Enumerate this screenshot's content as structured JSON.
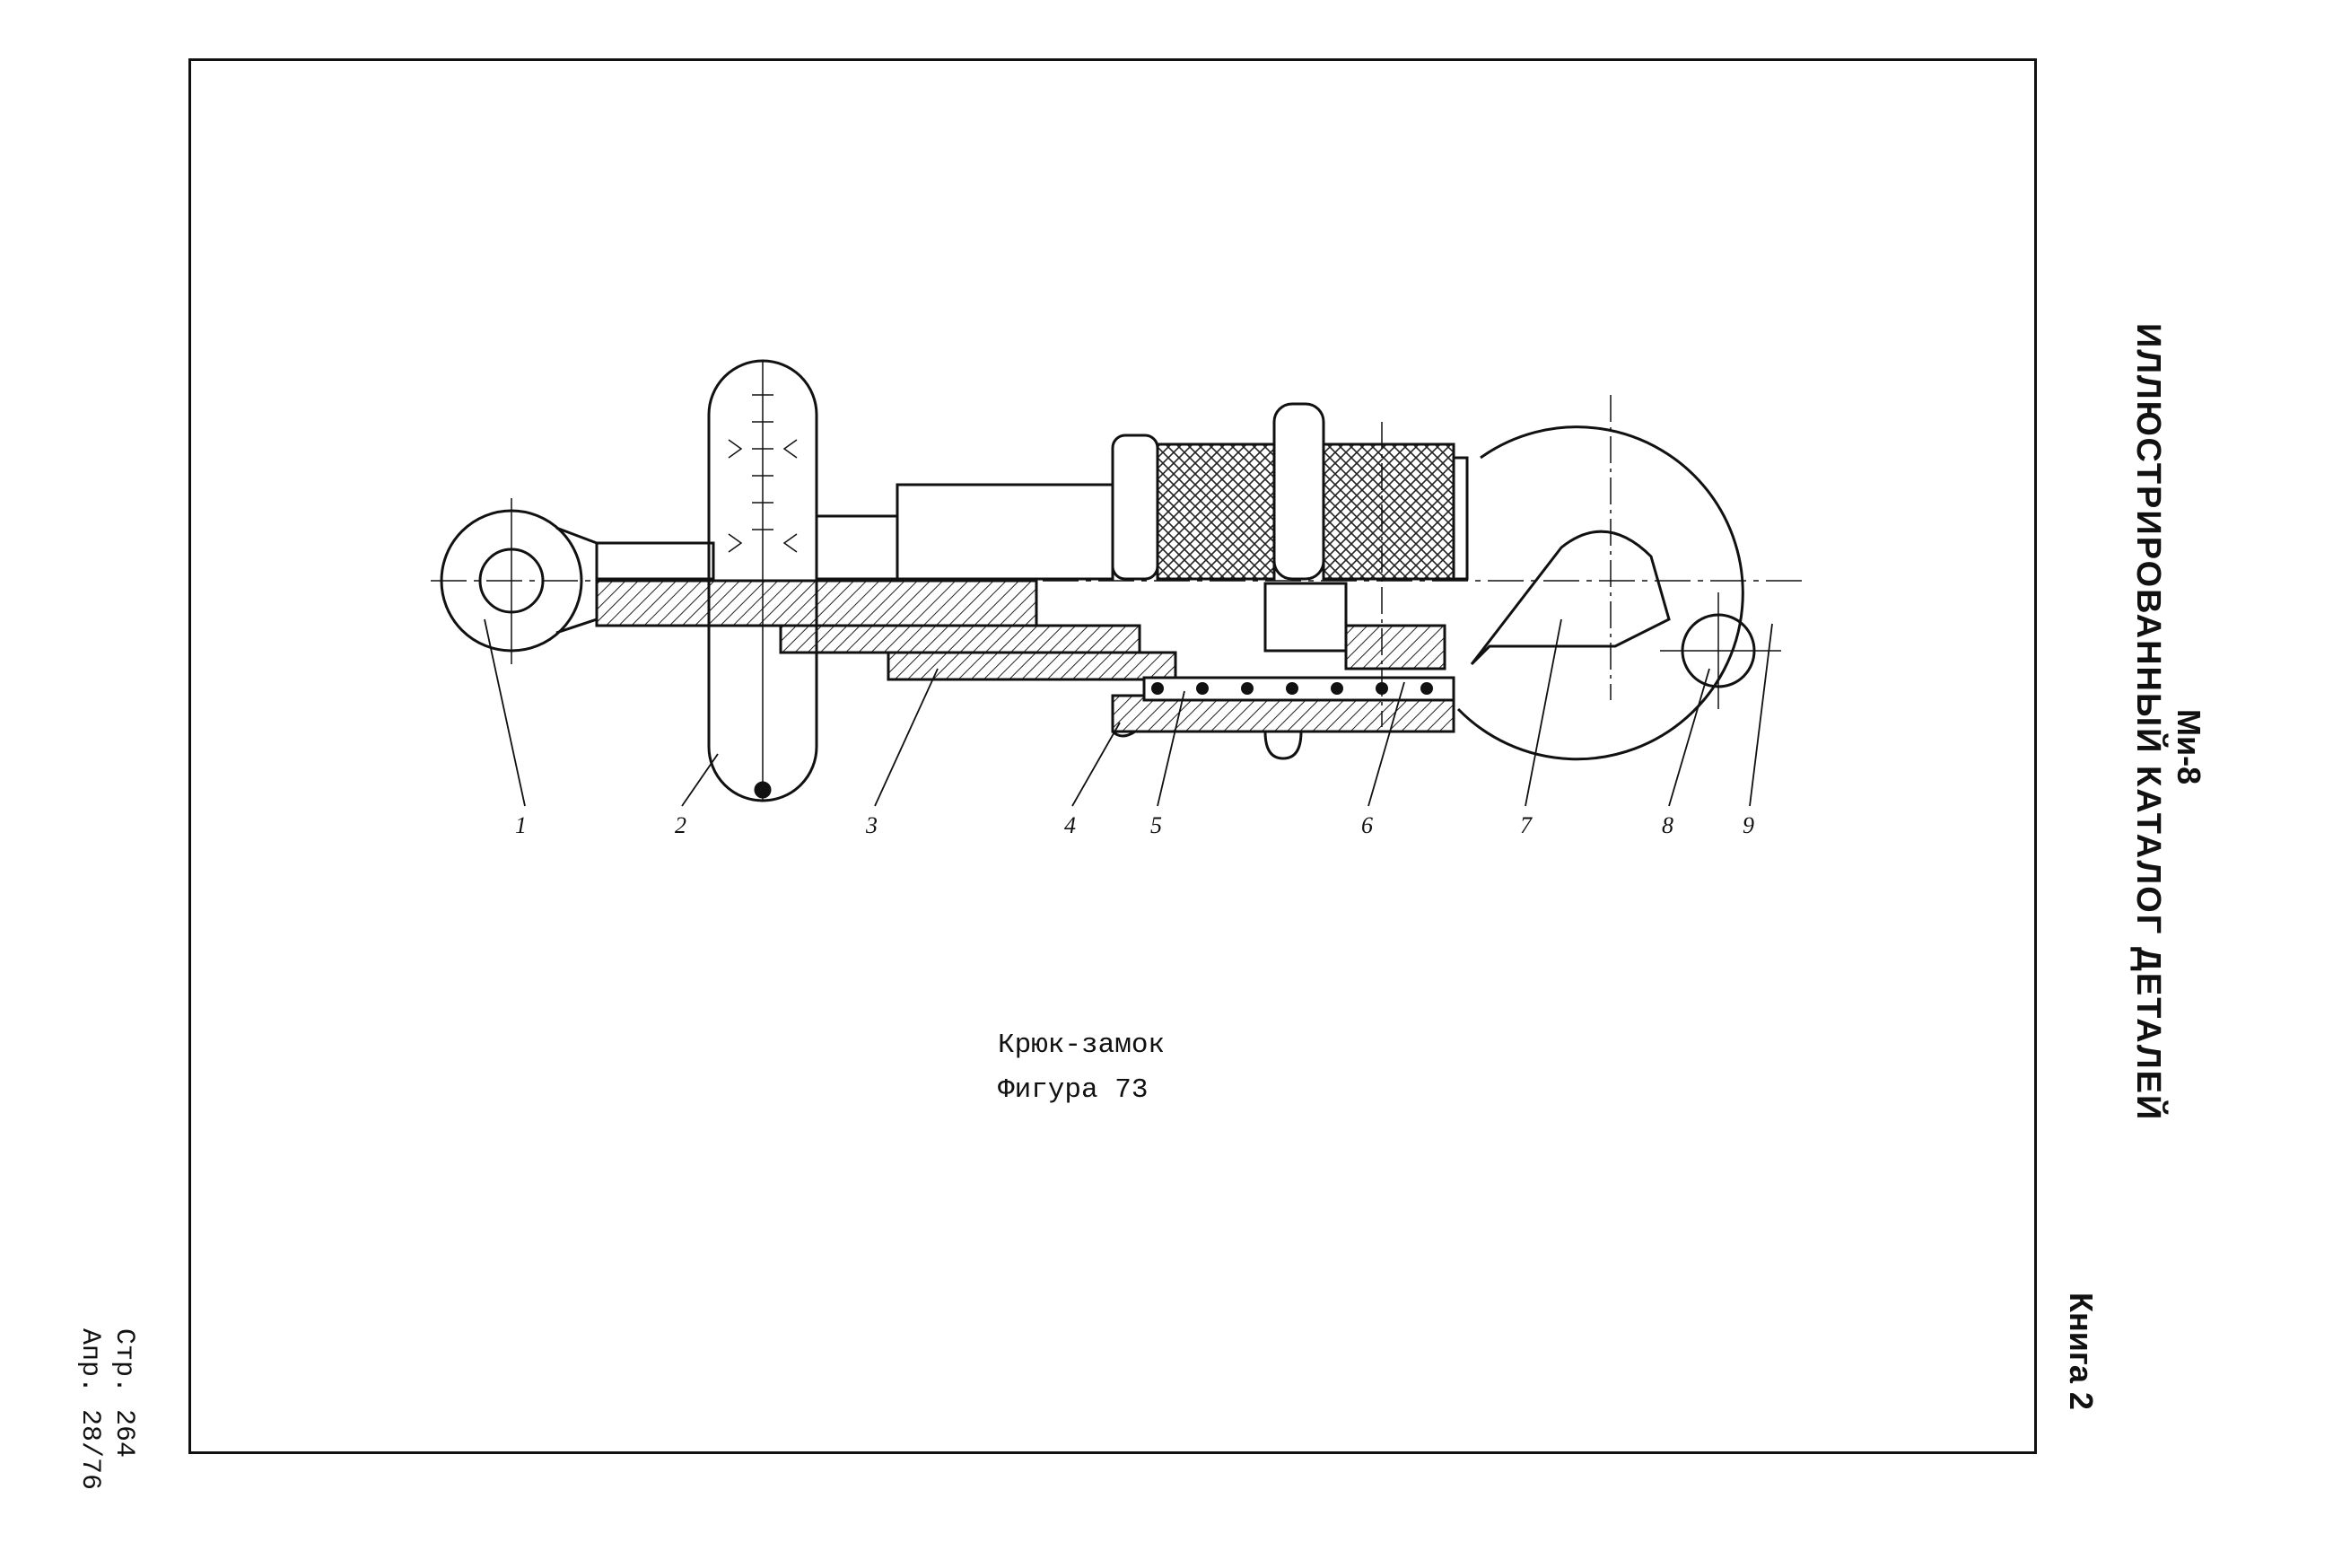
{
  "header": {
    "model": "Ми-8",
    "title": "ИЛЛЮСТРИРОВАННЫЙ КАТАЛОГ ДЕТАЛЕЙ",
    "book": "Книга 2"
  },
  "figure": {
    "caption": "Крюк-замок",
    "number": "Фигура 73"
  },
  "page": {
    "page_number": "Стр. 264",
    "revision": "Апр. 28/76"
  },
  "callouts": [
    "1",
    "2",
    "3",
    "4",
    "5",
    "6",
    "7",
    "8",
    "9"
  ]
}
